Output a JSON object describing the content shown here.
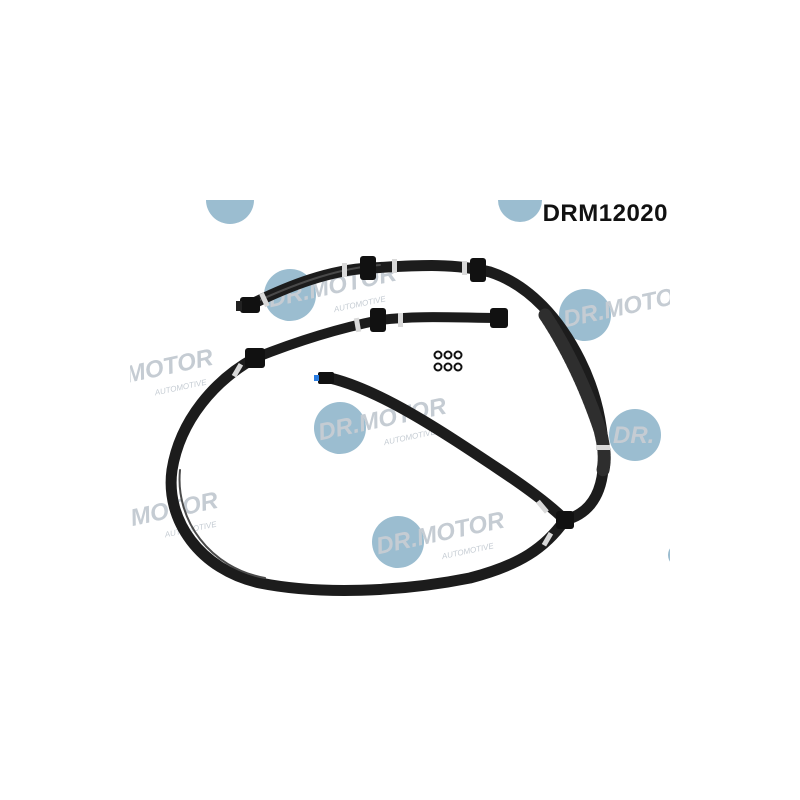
{
  "product": {
    "part_number": "DRM12020"
  },
  "watermark": {
    "brand": "DR.MOTOR",
    "tagline": "AUTOMOTIVE",
    "text_color": "#c5ccd3",
    "circle_color": "#9bbdd0"
  },
  "colors": {
    "hose": "#1c1c1c",
    "hose_highlight": "#4a4a4a",
    "clip": "#d9d9d9",
    "background": "#ffffff"
  }
}
